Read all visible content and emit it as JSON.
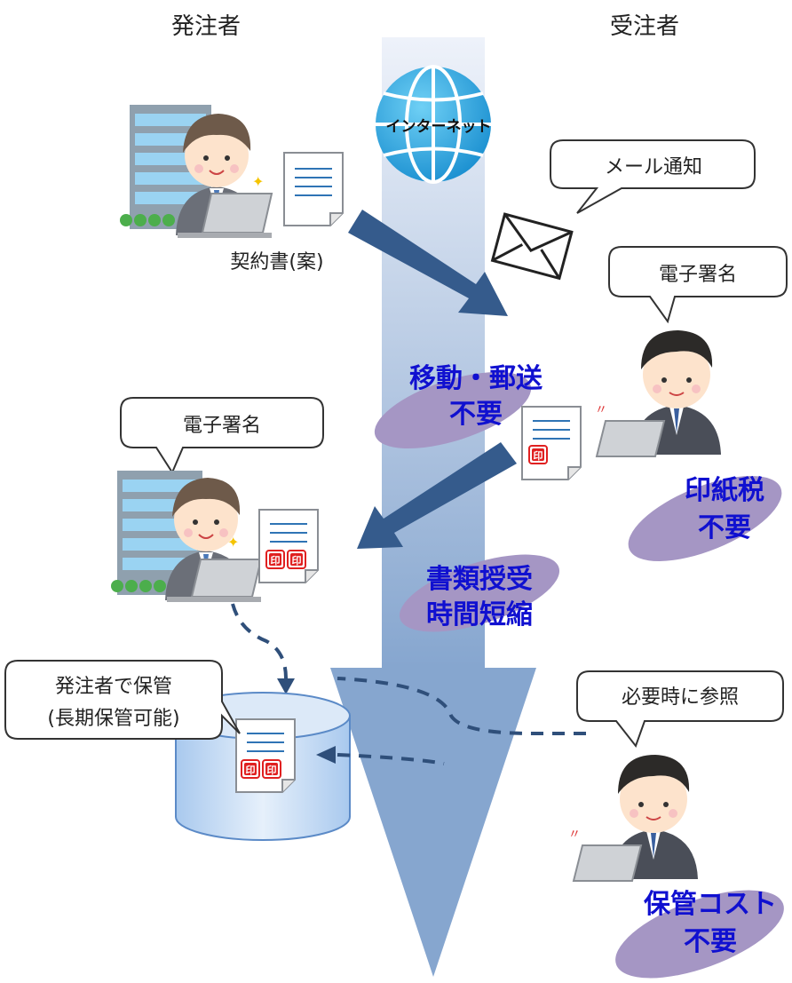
{
  "headers": {
    "orderer": "発注者",
    "contractor": "受注者"
  },
  "internet_label": "インターネット",
  "callouts": {
    "mail_notice": "メール通知",
    "esign_contractor": "電子署名",
    "esign_orderer": "電子署名",
    "refer_when_needed": "必要時に参照",
    "store_orderer_line1": "発注者で保管",
    "store_orderer_line2": "(長期保管可能)"
  },
  "labels": {
    "contract_draft": "契約書(案)"
  },
  "benefits": {
    "no_travel_line1": "移動・郵送",
    "no_travel_line2": "不要",
    "no_stamp_duty_line1": "印紙税",
    "no_stamp_duty_line2": "不要",
    "faster_exchange_line1": "書類授受",
    "faster_exchange_line2": "時間短縮",
    "no_storage_cost_line1": "保管コスト",
    "no_storage_cost_line2": "不要"
  },
  "stamp_char": "印",
  "colors": {
    "benefit_text": "#1010d0",
    "benefit_ellipse": "#a596c4",
    "flow_arrow": "#355b8c",
    "timeline_top": "#e8eef8",
    "timeline_bottom": "#8aa9d1",
    "stamp_red": "#e02020",
    "doc_line": "#2f74b5"
  }
}
